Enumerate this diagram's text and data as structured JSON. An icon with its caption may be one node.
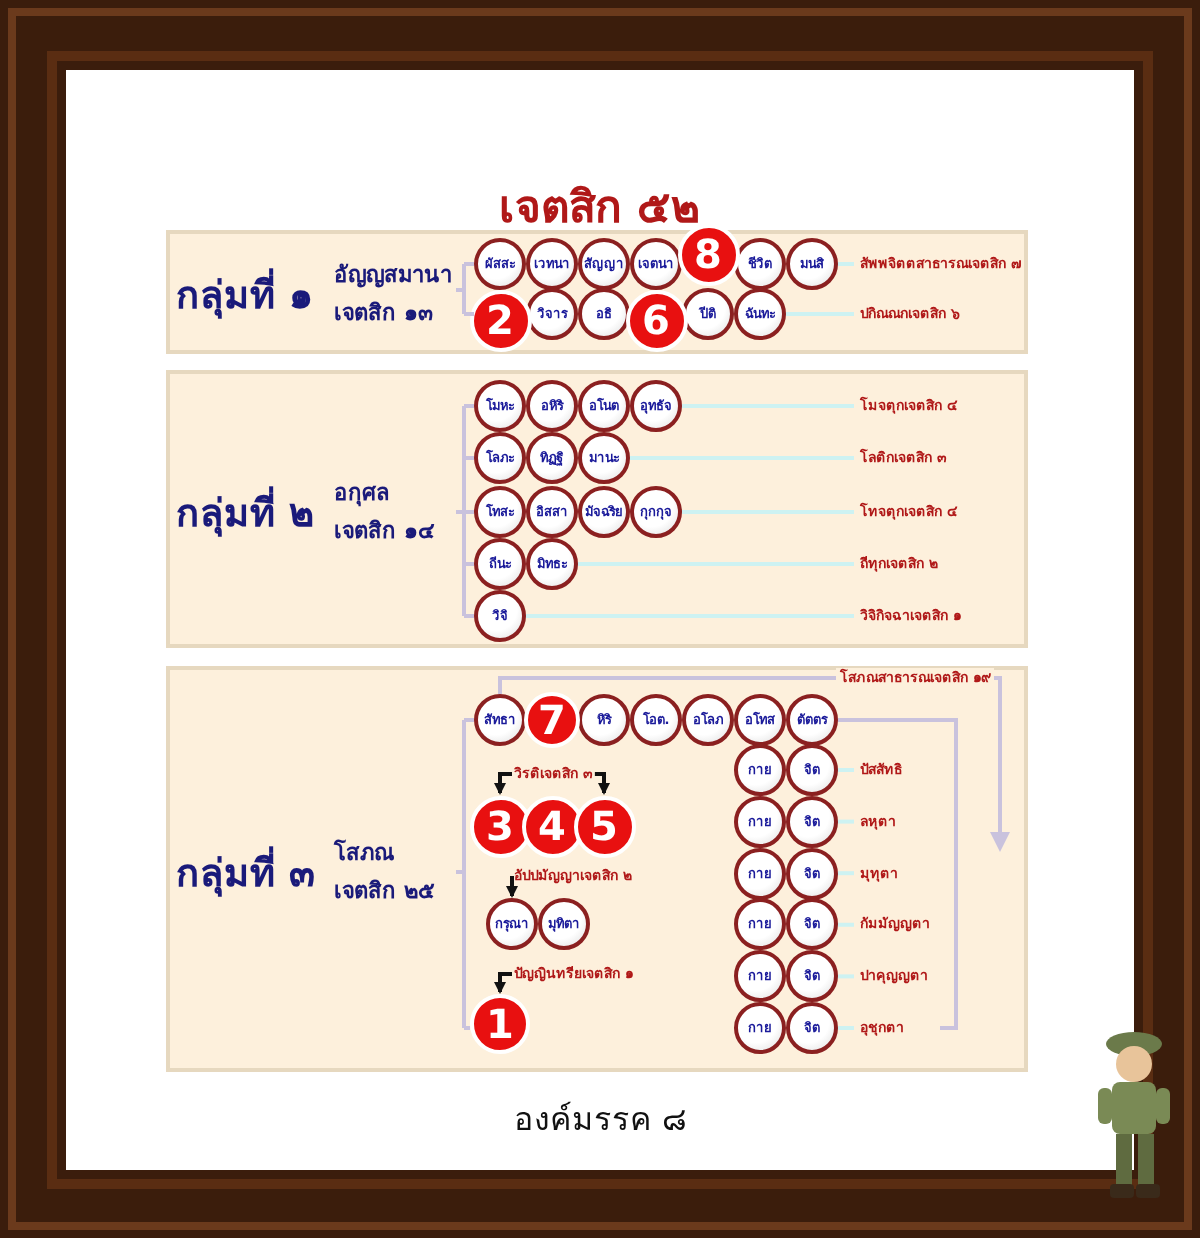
{
  "diagram": {
    "title": "เจตสิก ๕๒",
    "caption": "องค์มรรค ๘",
    "nodes": [
      {
        "text": [
          "กลุ่มที่ ๑",
          "อัญญสมานา เจตสิก ๑๓"
        ]
      },
      {
        "text": [
          "ผัสสะ"
        ],
        "in": 0
      },
      {
        "text": [
          "เวทนา"
        ],
        "in": 0
      },
      {
        "text": [
          "สัญญา"
        ],
        "in": 0
      },
      {
        "text": [
          "เจตนา"
        ],
        "in": 0
      },
      {
        "text": [
          "8"
        ],
        "in": 0
      },
      {
        "text": [
          "ชีวิต"
        ],
        "in": 0
      },
      {
        "text": [
          "มนสิ"
        ],
        "in": 0
      },
      {
        "text": [
          "สัพพจิตตสาธารณเจตสิก ๗"
        ],
        "in": 0
      },
      {
        "text": [
          "2"
        ],
        "in": 0
      },
      {
        "text": [
          "วิจาร"
        ],
        "in": 0
      },
      {
        "text": [
          "อธิ"
        ],
        "in": 0
      },
      {
        "text": [
          "6"
        ],
        "in": 0
      },
      {
        "text": [
          "ปีติ"
        ],
        "in": 0
      },
      {
        "text": [
          "ฉันทะ"
        ],
        "in": 0
      },
      {
        "text": [
          "ปกิณณกเจตสิก ๖"
        ],
        "in": 0
      },
      {
        "text": [
          "กลุ่มที่ ๒",
          "อกุศล เจตสิก ๑๔"
        ]
      },
      {
        "text": [
          "โมหะ"
        ],
        "in": 16
      },
      {
        "text": [
          "อหิริ"
        ],
        "in": 16
      },
      {
        "text": [
          "อโนต"
        ],
        "in": 16
      },
      {
        "text": [
          "อุทธัจ"
        ],
        "in": 16
      },
      {
        "text": [
          "โมจตุกเจตสิก ๔"
        ],
        "in": 16
      },
      {
        "text": [
          "โลภะ"
        ],
        "in": 16
      },
      {
        "text": [
          "ทิฏฐิ"
        ],
        "in": 16
      },
      {
        "text": [
          "มานะ"
        ],
        "in": 16
      },
      {
        "text": [
          "โลติกเจตสิก ๓"
        ],
        "in": 16
      },
      {
        "text": [
          "โทสะ"
        ],
        "in": 16
      },
      {
        "text": [
          "อิสสา"
        ],
        "in": 16
      },
      {
        "text": [
          "มัจฉริย"
        ],
        "in": 16
      },
      {
        "text": [
          "กุกกุจ"
        ],
        "in": 16
      },
      {
        "text": [
          "โทจตุกเจตสิก ๔"
        ],
        "in": 16
      },
      {
        "text": [
          "ถีนะ"
        ],
        "in": 16
      },
      {
        "text": [
          "มิทธะ"
        ],
        "in": 16
      },
      {
        "text": [
          "ถีทุกเจตสิก ๒"
        ],
        "in": 16
      },
      {
        "text": [
          "วิจิ"
        ],
        "in": 16
      },
      {
        "text": [
          "วิจิกิจฉาเจตสิก ๑"
        ],
        "in": 16
      },
      {
        "text": [
          "กลุ่มที่ ๓",
          "โสภณ เจตสิก ๒๕"
        ]
      },
      {
        "text": [
          "สัทธา"
        ],
        "in": 36
      },
      {
        "text": [
          "7"
        ],
        "in": 36
      },
      {
        "text": [
          "หิริ"
        ],
        "in": 36
      },
      {
        "text": [
          "โอต."
        ],
        "in": 36
      },
      {
        "text": [
          "อโลภ"
        ],
        "in": 36
      },
      {
        "text": [
          "อโทส"
        ],
        "in": 36
      },
      {
        "text": [
          "ตัตตร"
        ],
        "in": 36
      },
      {
        "text": [
          "วิรติเจตสิก ๓"
        ],
        "in": 36
      },
      {
        "text": [
          "3"
        ],
        "in": 36
      },
      {
        "text": [
          "4"
        ],
        "in": 36
      },
      {
        "text": [
          "5"
        ],
        "in": 36
      },
      {
        "text": [
          "กาย"
        ],
        "in": 36
      },
      {
        "text": [
          "จิต"
        ],
        "in": 36
      },
      {
        "text": [
          "ปัสสัทธิ"
        ],
        "in": 36
      },
      {
        "text": [
          "กาย"
        ],
        "in": 36
      },
      {
        "text": [
          "จิต"
        ],
        "in": 36
      },
      {
        "text": [
          "ลหุตา"
        ],
        "in": 36
      },
      {
        "text": [
          "กาย"
        ],
        "in": 36
      },
      {
        "text": [
          "จิต"
        ],
        "in": 36
      },
      {
        "text": [
          "มุทุตา"
        ],
        "in": 36
      },
      {
        "text": [
          "กาย"
        ],
        "in": 36
      },
      {
        "text": [
          "จิต"
        ],
        "in": 36
      },
      {
        "text": [
          "กัมมัญญตา"
        ],
        "in": 36
      },
      {
        "text": [
          "กาย"
        ],
        "in": 36
      },
      {
        "text": [
          "จิต"
        ],
        "in": 36
      },
      {
        "text": [
          "ปาคุญญตา"
        ],
        "in": 36
      },
      {
        "text": [
          "กาย"
        ],
        "in": 36
      },
      {
        "text": [
          "จิต"
        ],
        "in": 36
      },
      {
        "text": [
          "อุชุกตา"
        ],
        "in": 36
      },
      {
        "text": [
          "อัปปมัญญาเจตสิก ๒"
        ],
        "in": 36
      },
      {
        "text": [
          "กรุณา"
        ],
        "in": 36
      },
      {
        "text": [
          "มุทิตา"
        ],
        "in": 36
      },
      {
        "text": [
          "ปัญญินทรียเจตสิก ๑"
        ],
        "in": 36
      },
      {
        "text": [
          "1"
        ],
        "in": 36
      }
    ],
    "edges": [
      {
        "from": 7,
        "to": 8,
        "arrow": "none"
      },
      {
        "from": 14,
        "to": 15,
        "arrow": "none"
      },
      {
        "from": 20,
        "to": 21,
        "arrow": "none"
      },
      {
        "from": 24,
        "to": 25,
        "arrow": "none"
      },
      {
        "from": 29,
        "to": 30,
        "arrow": "none"
      },
      {
        "from": 32,
        "to": 33,
        "arrow": "none"
      },
      {
        "from": 34,
        "to": 35,
        "arrow": "none"
      },
      {
        "from": 49,
        "to": 50,
        "arrow": "none"
      },
      {
        "from": 52,
        "to": 53,
        "arrow": "none"
      },
      {
        "from": 55,
        "to": 56,
        "arrow": "none"
      },
      {
        "from": 58,
        "to": 59,
        "arrow": "none"
      },
      {
        "from": 61,
        "to": 62,
        "arrow": "none"
      },
      {
        "from": 64,
        "to": 65,
        "arrow": "none"
      },
      {
        "from": 44,
        "to": 45,
        "arrow": "to",
        "color": "#111111"
      },
      {
        "from": 44,
        "to": 47,
        "arrow": "to",
        "color": "#111111"
      },
      {
        "from": 66,
        "to": 67,
        "arrow": "to",
        "color": "#111111"
      },
      {
        "from": 69,
        "to": 70,
        "arrow": "to",
        "color": "#111111"
      }
    ],
    "labels": [
      "โสภณสาธารณเจตสิก ๑๙"
    ]
  }
}
